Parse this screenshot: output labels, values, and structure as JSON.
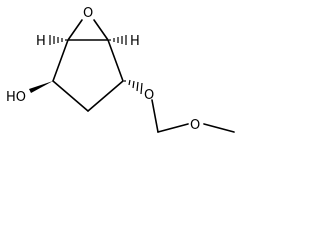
{
  "molecule": {
    "atoms": {
      "epoxide_oxygen": "O",
      "hydroxyl": "HO",
      "ether_oxygen": "O",
      "stereo_h_left": "H",
      "stereo_h_right": "H"
    },
    "colors": {
      "bond": "#000000",
      "label": "#000000",
      "background": "#ffffff"
    }
  }
}
